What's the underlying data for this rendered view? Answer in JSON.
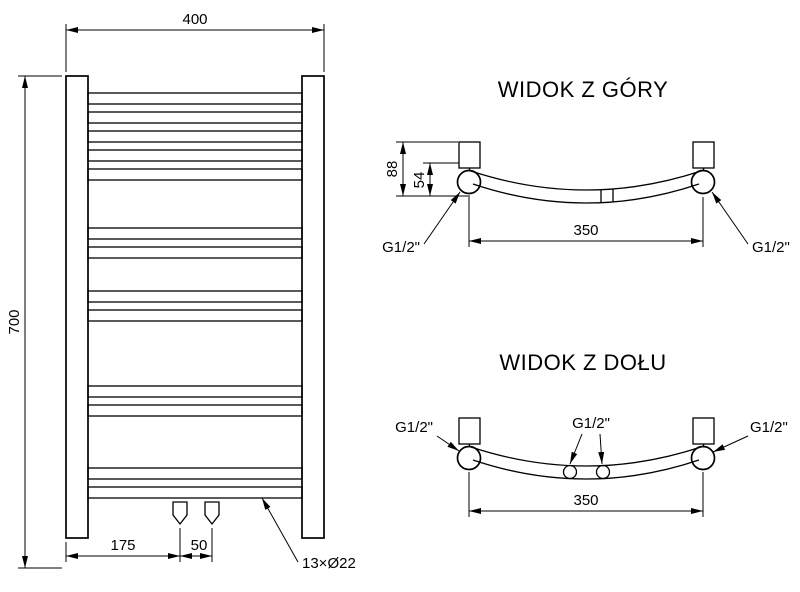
{
  "front_view": {
    "dim_width": "400",
    "dim_height": "700",
    "dim_bottom_left": "175",
    "dim_bottom_right": "50",
    "tube_label": "13×Ø22"
  },
  "top_view": {
    "title": "WIDOK Z GÓRY",
    "dim_depth_total": "88",
    "dim_depth_axis": "54",
    "dim_spacing": "350",
    "conn_left": "G1/2\"",
    "conn_right": "G1/2\""
  },
  "bottom_view": {
    "title": "WIDOK Z DOŁU",
    "dim_spacing": "350",
    "conn_left": "G1/2\"",
    "conn_center": "G1/2\"",
    "conn_right": "G1/2\""
  }
}
